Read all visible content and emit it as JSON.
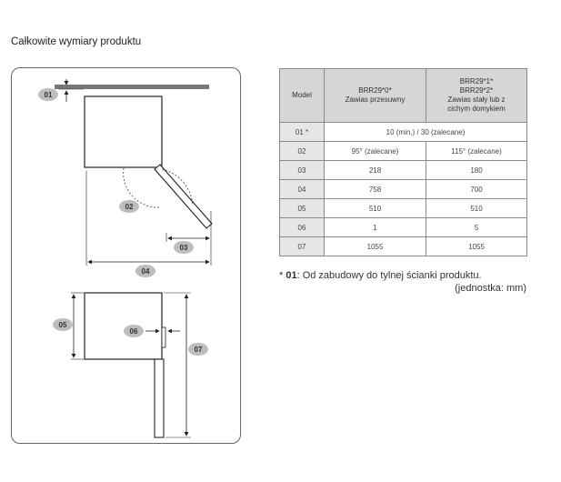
{
  "title": "Całkowite wymiary produktu",
  "diagram": {
    "labels": [
      "01",
      "02",
      "03",
      "04",
      "05",
      "06",
      "07"
    ]
  },
  "table": {
    "headers": {
      "model": "Model",
      "col1": [
        "BRR29*0*",
        "Zawias przesuwny"
      ],
      "col2": [
        "BRR29*1*",
        "BRR29*2*",
        "Zawias stały lub z",
        "cichym domykiem"
      ]
    },
    "rows": [
      {
        "label": "01 *",
        "merged": "10 (min.) / 30 (zalecane)"
      },
      {
        "label": "02",
        "v1": "95° (zalecane)",
        "v2": "115° (zalecane)"
      },
      {
        "label": "03",
        "v1": "218",
        "v2": "180"
      },
      {
        "label": "04",
        "v1": "758",
        "v2": "700"
      },
      {
        "label": "05",
        "v1": "510",
        "v2": "510"
      },
      {
        "label": "06",
        "v1": "1",
        "v2": "5"
      },
      {
        "label": "07",
        "v1": "1055",
        "v2": "1055"
      }
    ]
  },
  "note": {
    "star": "* ",
    "bold": "01",
    "text": ": Od zabudowy do tylnej ścianki produktu.",
    "unit": "(jednostka: mm)"
  },
  "colors": {
    "badge": "#bdbdbd",
    "wall": "#777777",
    "line": "#222222"
  }
}
